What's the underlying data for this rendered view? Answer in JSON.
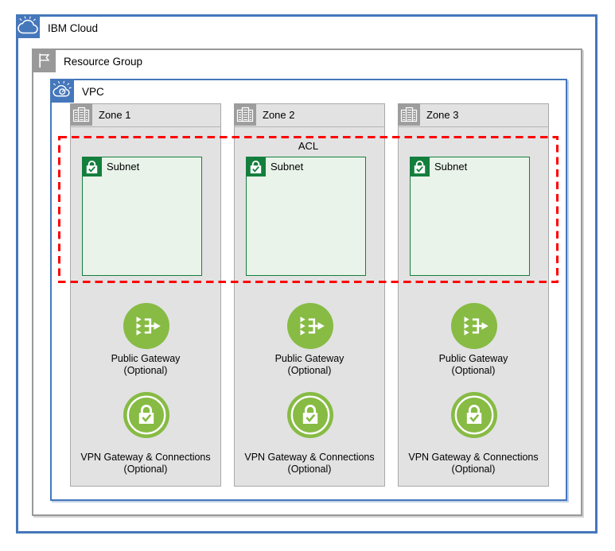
{
  "ibm_cloud": {
    "label": "IBM Cloud"
  },
  "resource_group": {
    "label": "Resource Group"
  },
  "vpc": {
    "label": "VPC"
  },
  "acl": {
    "label": "ACL"
  },
  "zones": [
    {
      "label": "Zone 1",
      "subnet": {
        "label": "Subnet"
      },
      "public_gateway": {
        "title": "Public Gateway",
        "subtitle": "(Optional)"
      },
      "vpn_gateway": {
        "title": "VPN Gateway & Connections",
        "subtitle": "(Optional)"
      }
    },
    {
      "label": "Zone 2",
      "subnet": {
        "label": "Subnet"
      },
      "public_gateway": {
        "title": "Public Gateway",
        "subtitle": "(Optional)"
      },
      "vpn_gateway": {
        "title": "VPN Gateway & Connections",
        "subtitle": "(Optional)"
      }
    },
    {
      "label": "Zone 3",
      "subnet": {
        "label": "Subnet"
      },
      "public_gateway": {
        "title": "Public Gateway",
        "subtitle": "(Optional)"
      },
      "vpn_gateway": {
        "title": "VPN Gateway & Connections",
        "subtitle": "(Optional)"
      }
    }
  ],
  "icons": {
    "ibm_cloud": "cloud-icon",
    "resource_group": "flag-icon",
    "vpc": "cloud-gear-icon",
    "zone": "datacenter-buildings-icon",
    "subnet": "lock-check-icon",
    "public_gateway": "merge-arrows-icon",
    "vpn_gateway": "padlock-ring-icon"
  },
  "colors": {
    "container_blue": "#4577bb",
    "resource_group_gray": "#999999",
    "zone_fill": "#e2e2e2",
    "zone_border": "#a9a9a9",
    "zone_icon_gray": "#9d9d9d",
    "subnet_fill": "#e9f3e9",
    "subnet_green": "#147f3d",
    "gateway_green": "#87bb44",
    "acl_red": "#ff0000"
  }
}
